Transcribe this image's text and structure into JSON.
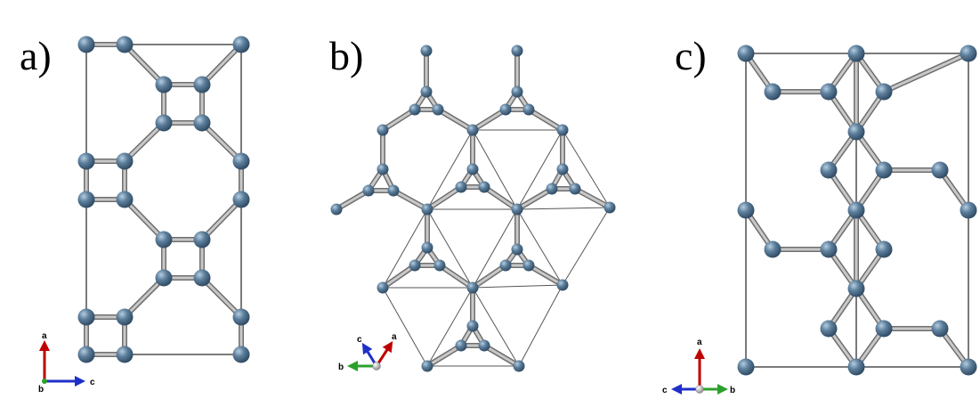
{
  "panels": {
    "a": {
      "label": "a)",
      "triad": {
        "up": "a",
        "right": "c",
        "origin": "b"
      }
    },
    "b": {
      "label": "b)",
      "triad": {
        "upleft": "c",
        "upright": "a",
        "left": "b"
      }
    },
    "c": {
      "label": "c)",
      "triad": {
        "up": "a",
        "left": "c",
        "right": "b"
      }
    }
  },
  "colors": {
    "atom": "#4e6e8a",
    "bond": "#bcbcbc",
    "cell": "#222222",
    "axis_a": "#c00000",
    "axis_b": "#2ca02c",
    "axis_c": "#1f2fc8"
  }
}
